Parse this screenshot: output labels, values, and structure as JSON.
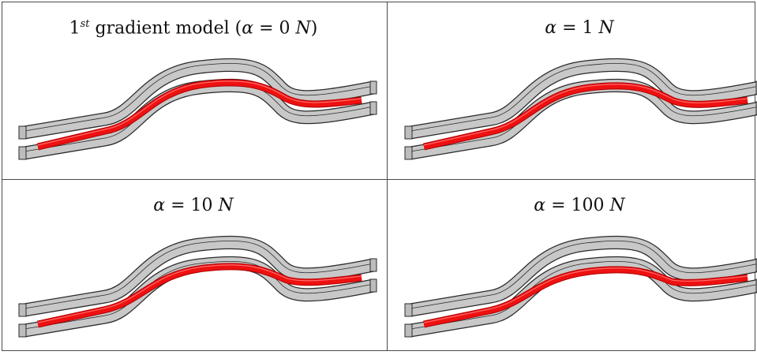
{
  "panels": [
    {
      "label_prefix": "1",
      "label_sup": "st",
      "label_text": " gradient model (",
      "alpha_sym": "α",
      "eq": " = ",
      "alpha_value": "0",
      "unit": "N",
      "suffix": ")",
      "sag": 0
    },
    {
      "label_prefix": "",
      "label_sup": "",
      "label_text": "",
      "alpha_sym": "α",
      "eq": " = ",
      "alpha_value": "1",
      "unit": "N",
      "suffix": "",
      "sag": 1
    },
    {
      "label_prefix": "",
      "label_sup": "",
      "label_text": "",
      "alpha_sym": "α",
      "eq": " = ",
      "alpha_value": "10",
      "unit": "N",
      "suffix": "",
      "sag": 2
    },
    {
      "label_prefix": "",
      "label_sup": "",
      "label_text": "",
      "alpha_sym": "α",
      "eq": " = ",
      "alpha_value": "100",
      "unit": "N",
      "suffix": "",
      "sag": 3
    }
  ],
  "colors": {
    "rail_fill": "#c8c8c8",
    "rail_stroke": "#2a2a2a",
    "beam_fill": "#ee1111",
    "beam_dark": "#b00000",
    "border": "#4a4a4a"
  }
}
